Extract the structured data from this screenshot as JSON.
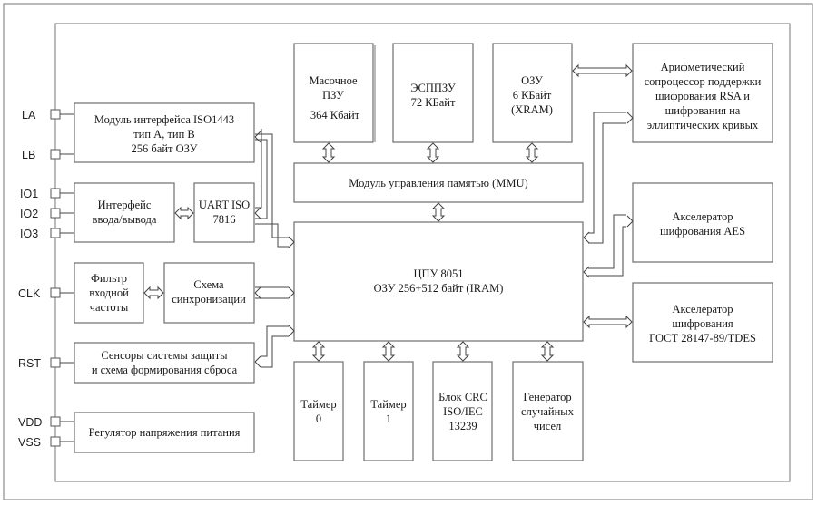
{
  "pins": {
    "la": "LA",
    "lb": "LB",
    "io1": "IO1",
    "io2": "IO2",
    "io3": "IO3",
    "clk": "CLK",
    "rst": "RST",
    "vdd": "VDD",
    "vss": "VSS"
  },
  "blocks": {
    "iso1443": [
      "Модуль интерфейса ISO1443",
      "тип А, тип В",
      "256 байт ОЗУ"
    ],
    "io_interface": [
      "Интерфейс",
      "ввода/вывода"
    ],
    "uart": [
      "UART ISO",
      "7816"
    ],
    "filter": [
      "Фильтр",
      "входной",
      "частоты"
    ],
    "sync": [
      "Схема",
      "синхронизации"
    ],
    "sensors": [
      "Сенсоры системы защиты",
      "и схема формирования сброса"
    ],
    "regulator": [
      "Регулятор напряжения питания"
    ],
    "mask_rom": [
      "Масочное",
      "ПЗУ",
      "364  Кбайт"
    ],
    "eeprom": [
      "ЭСППЗУ",
      "72 КБайт"
    ],
    "xram": [
      "ОЗУ",
      "6 КБайт",
      "(XRAM)"
    ],
    "mmu": [
      "Модуль управления памятью (MMU)"
    ],
    "cpu": [
      "ЦПУ 8051",
      "ОЗУ 256+512 байт (IRAM)"
    ],
    "rsa": [
      "Арифметический",
      "сопроцессор поддержки",
      "шифрования RSA и",
      "шифрования на",
      "эллиптических кривых"
    ],
    "aes": [
      "Акселератор",
      "шифрования AES"
    ],
    "gost": [
      "Акселератор",
      "шифрования",
      "ГОСТ 28147-89/TDES"
    ],
    "timer0": [
      "Таймер",
      "0"
    ],
    "timer1": [
      "Таймер",
      "1"
    ],
    "crc": [
      "Блок CRC",
      "ISO/IEC",
      "13239"
    ],
    "rng": [
      "Генератор",
      "случайных",
      "чисел"
    ]
  }
}
